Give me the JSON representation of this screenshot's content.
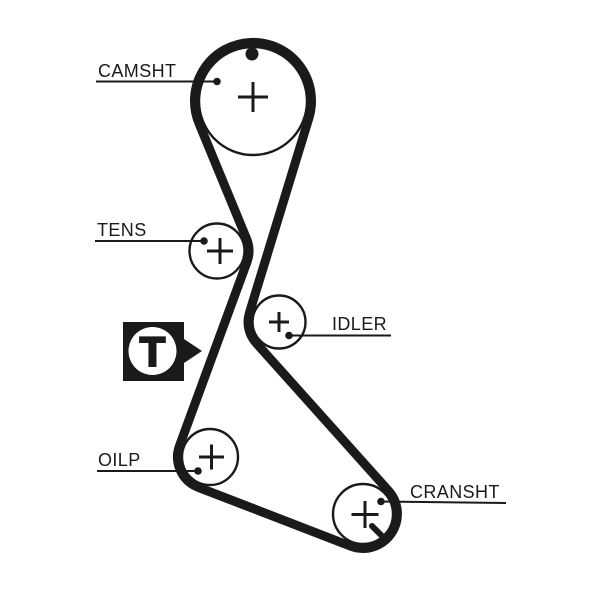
{
  "labels": {
    "camshaft": "CAMSHT",
    "tensioner": "TENS",
    "idler": "IDLER",
    "oil_pump": "OILP",
    "crankshaft": "CRANSHT"
  },
  "tension_marker": {
    "letter": "T"
  },
  "icons": {
    "tension_marker": "t-in-circle-with-right-arrow-icon",
    "camshaft_timing_mark": "filled-dot-icon",
    "crankshaft_key_mark": "diagonal-tick-icon"
  },
  "colors": {
    "ink": "#1a1a1a",
    "background": "#ffffff"
  }
}
